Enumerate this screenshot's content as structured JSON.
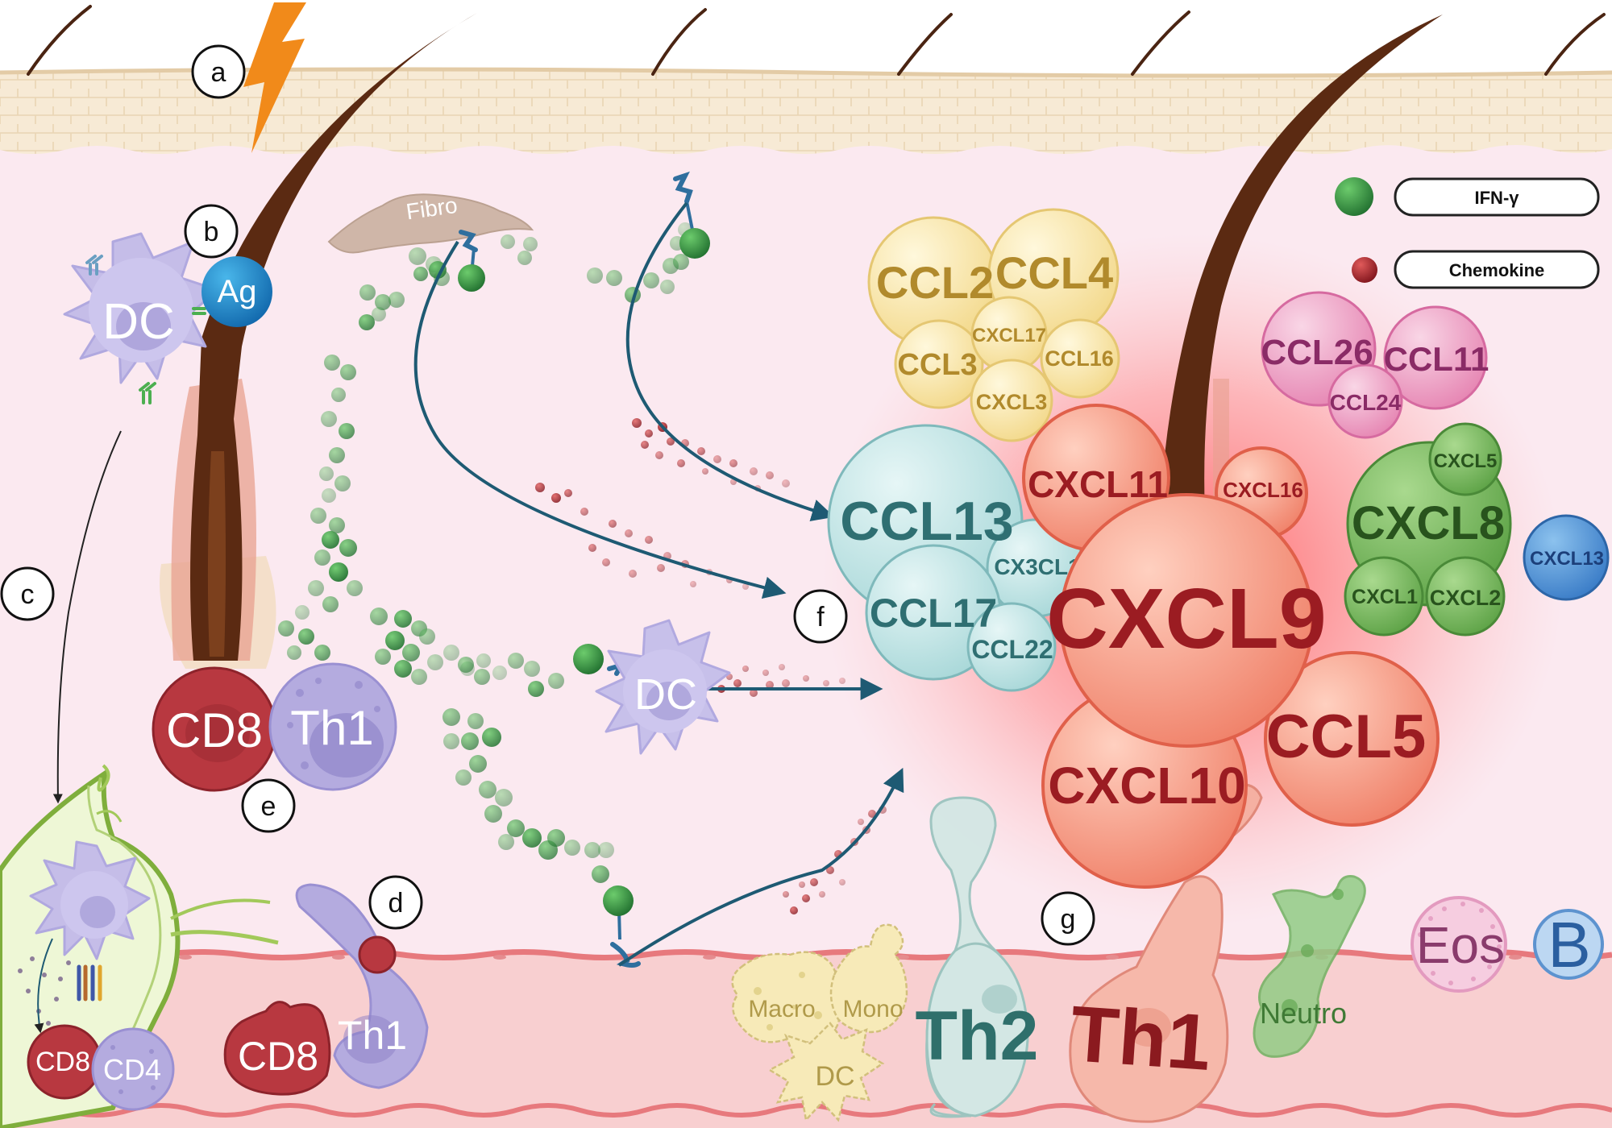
{
  "markers": {
    "a": "a",
    "b": "b",
    "c": "c",
    "d": "d",
    "e": "e",
    "f": "f",
    "g": "g"
  },
  "legend": {
    "ifng": "IFN-γ",
    "chemokine": "Chemokine"
  },
  "cells": {
    "fibro": "Fibro",
    "dc_skin": "DC",
    "ag": "Ag",
    "cd8_skin": "CD8",
    "th1_skin": "Th1",
    "dc_mid": "DC",
    "cd8_node": "CD8",
    "cd4_node": "CD4",
    "cd8_vessel": "CD8",
    "th1_vessel": "Th1",
    "macro": "Macro",
    "mono": "Mono",
    "dc_vessel": "DC",
    "th2_big": "Th2",
    "th1_big": "Th1",
    "neutro": "Neutro",
    "eos": "Eos",
    "b": "B"
  },
  "chemokines": {
    "yellow": [
      "CCL2",
      "CCL4",
      "CCL3",
      "CXCL17",
      "CCL16",
      "CXCL3"
    ],
    "pink": [
      "CCL26",
      "CCL11",
      "CCL24"
    ],
    "cyan": [
      "CCL13",
      "CX3CL1",
      "CCL17",
      "CCL22"
    ],
    "red": [
      "CXCL11",
      "CXCL16",
      "CXCL9",
      "CXCL10",
      "CCL5"
    ],
    "green": [
      "CXCL5",
      "CXCL8",
      "CXCL1",
      "CXCL2"
    ],
    "blue": [
      "CXCL13"
    ]
  },
  "colors": {
    "ifng": "#2e8b3e",
    "chemokine": "#a8262e",
    "arrow": "#1e5a73",
    "dermis": "#fbe8ef",
    "epidermis": "#f6e8d2",
    "vessel": "#f6c9c9"
  }
}
